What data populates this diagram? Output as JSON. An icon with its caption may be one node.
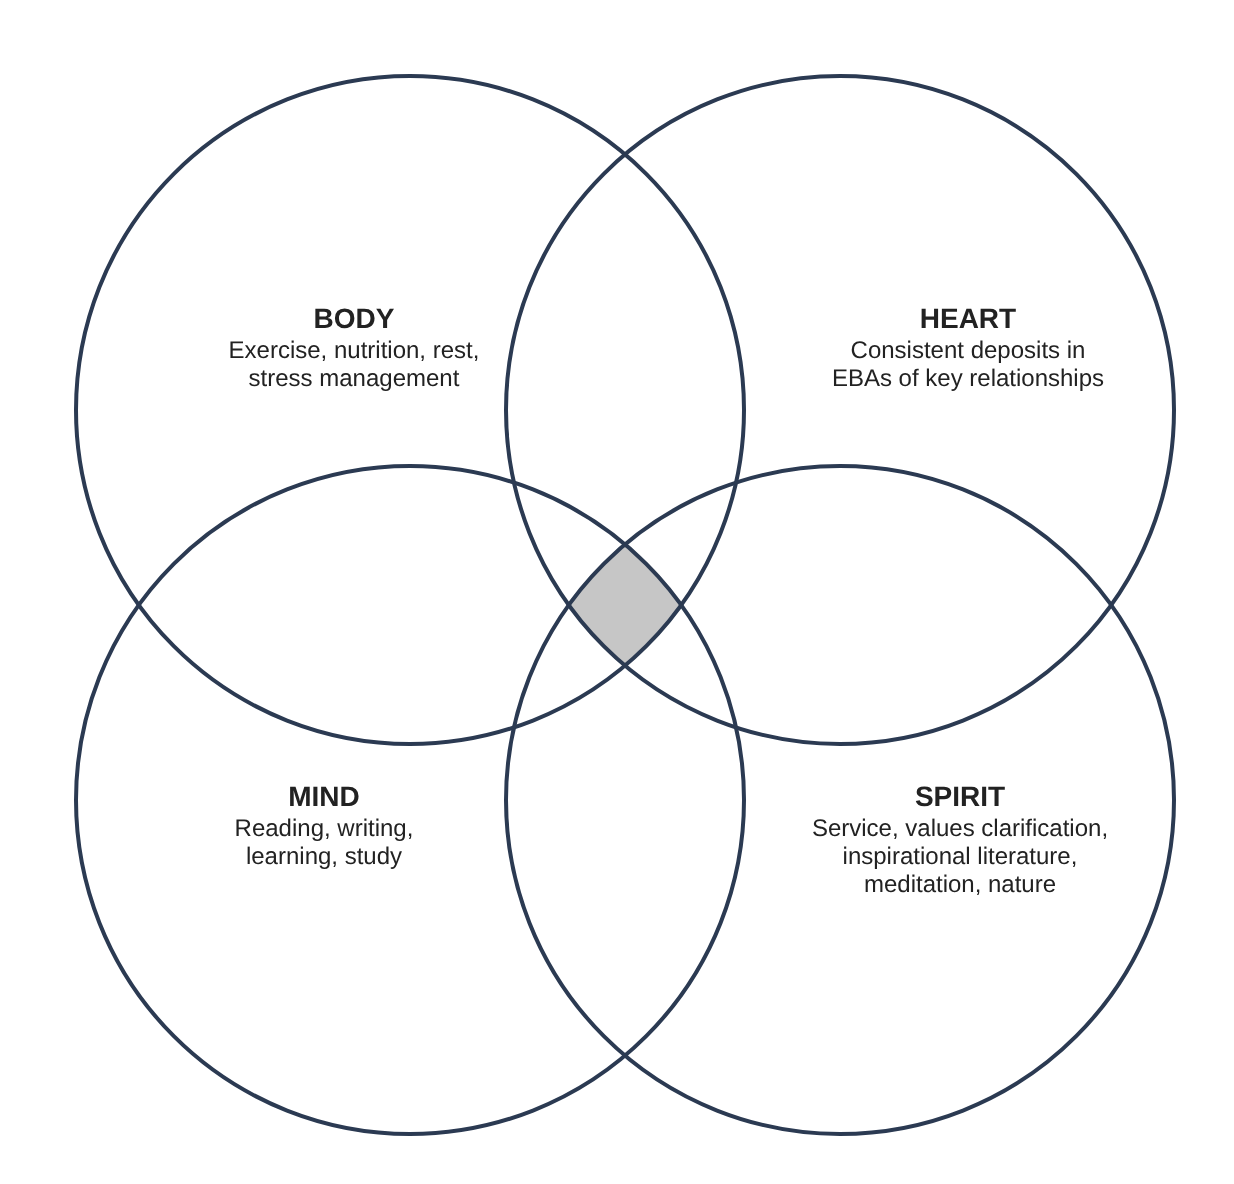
{
  "diagram": {
    "nodes": [
      {
        "text": [
          "BODY",
          "Exercise, nutrition, rest, stress management"
        ]
      },
      {
        "text": [
          "HEART",
          "Consistent deposits in EBAs of key relationships"
        ]
      },
      {
        "text": [
          "MIND",
          "Reading, writing, learning, study"
        ]
      },
      {
        "text": [
          "SPIRIT",
          "Service, values clarification, inspirational literature, meditation, nature"
        ]
      },
      {
        "text": [],
        "shape": "diamond"
      }
    ]
  }
}
